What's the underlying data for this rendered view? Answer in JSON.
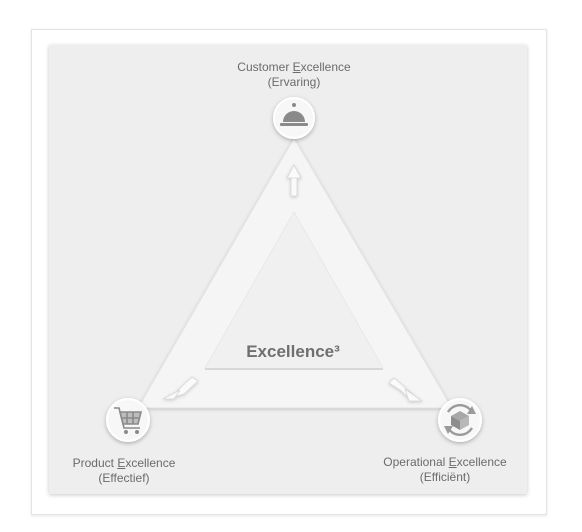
{
  "nodes": {
    "customer": {
      "title_pre": "Customer ",
      "title_ul": "E",
      "title_post": "xcellence",
      "subtitle": "(Ervaring)",
      "icon": "cloche-icon"
    },
    "product": {
      "title_pre": "Product ",
      "title_ul": "E",
      "title_post": "xcellence",
      "subtitle": "(Effectief)",
      "icon": "shopping-cart-icon"
    },
    "operational": {
      "title_pre": "Operational ",
      "title_ul": "E",
      "title_post": "xcellence",
      "subtitle": "(Efficiënt)",
      "icon": "refresh-box-icon"
    }
  },
  "center": {
    "title": "Excellence³"
  },
  "colors": {
    "panel": "#eeeeee",
    "triangle": "#f6f6f6",
    "text": "#6b6b6b"
  }
}
